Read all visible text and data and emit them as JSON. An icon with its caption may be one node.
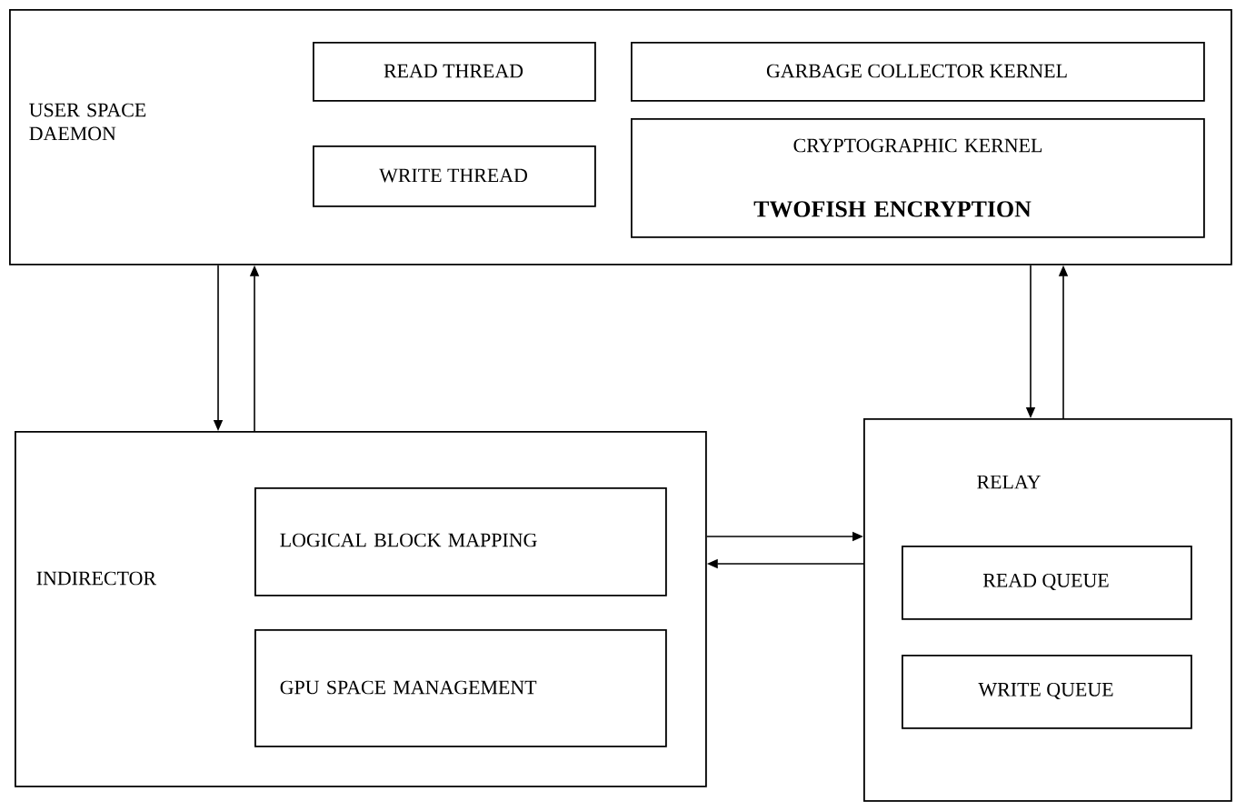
{
  "diagram": {
    "nodes": [
      {
        "text": [
          "USER SPACE DAEMON"
        ]
      },
      {
        "text": [
          "READ THREAD"
        ],
        "in": 0
      },
      {
        "text": [
          "WRITE THREAD"
        ],
        "in": 0
      },
      {
        "text": [
          "GARBAGE COLLECTOR KERNEL"
        ],
        "in": 0
      },
      {
        "text": [
          "CRYPTOGRAPHIC KERNEL",
          "TWOFISH ENCRYPTION"
        ],
        "in": 0
      },
      {
        "text": [
          "INDIRECTOR"
        ]
      },
      {
        "text": [
          "LOGICAL BLOCK MAPPING"
        ],
        "in": 5
      },
      {
        "text": [
          "GPU SPACE MANAGEMENT"
        ],
        "in": 5
      },
      {
        "text": [
          "RELAY"
        ]
      },
      {
        "text": [
          "READ QUEUE"
        ],
        "in": 8
      },
      {
        "text": [
          "WRITE QUEUE"
        ],
        "in": 8
      }
    ],
    "edges": [
      {
        "from": 0,
        "to": 5,
        "arrow": "to"
      },
      {
        "from": 5,
        "to": 0,
        "arrow": "to"
      },
      {
        "from": 0,
        "to": 8,
        "arrow": "to"
      },
      {
        "from": 8,
        "to": 0,
        "arrow": "to"
      },
      {
        "from": 5,
        "to": 8,
        "arrow": "to"
      },
      {
        "from": 8,
        "to": 5,
        "arrow": "to"
      }
    ]
  }
}
